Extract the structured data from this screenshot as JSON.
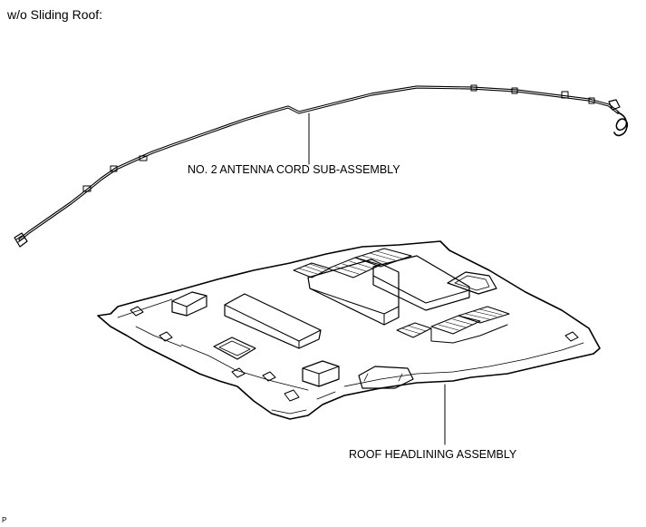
{
  "heading": "w/o Sliding Roof:",
  "labels": {
    "antenna_cord": "NO. 2 ANTENNA CORD SUB-ASSEMBLY",
    "roof_headlining": "ROOF HEADLINING ASSEMBLY"
  },
  "corner_mark": "P"
}
